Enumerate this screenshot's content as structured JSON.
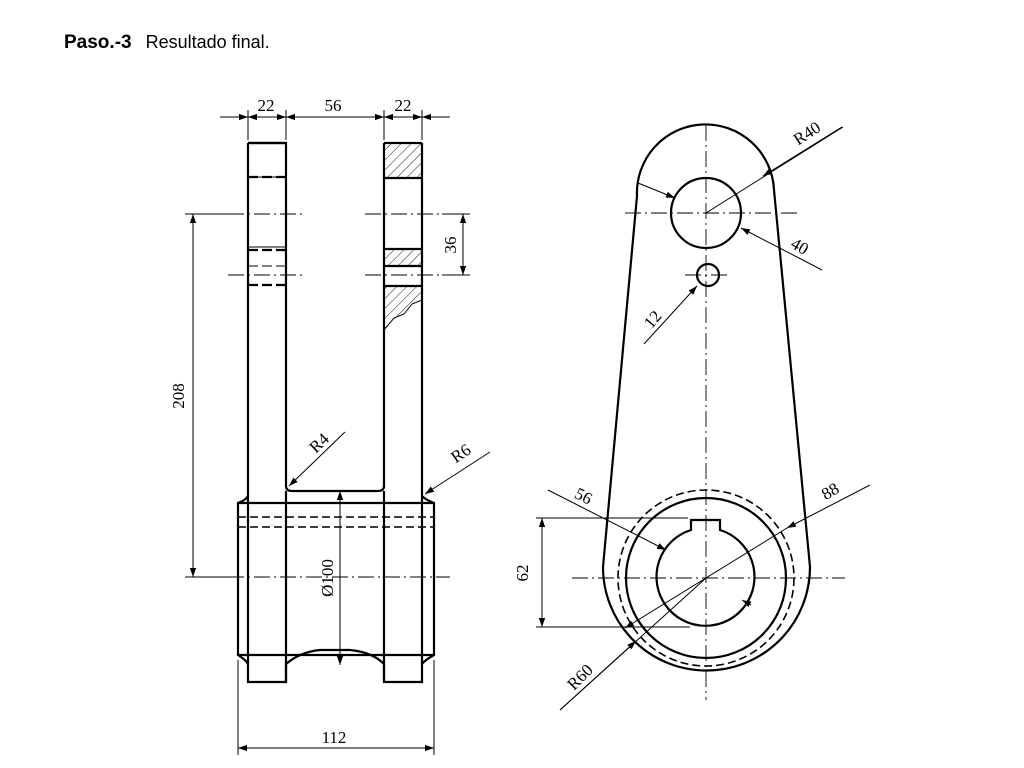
{
  "header": {
    "step_label": "Paso.-3",
    "subtitle": "Resultado final."
  },
  "dimensions": {
    "left_flange_width": "22",
    "gap_width": "56",
    "right_flange_width": "22",
    "hole_pitch": "36",
    "overall_height": "208",
    "fillet_small": "R4",
    "fillet_large": "R6",
    "hub_diameter": "Ø100",
    "hub_length": "112",
    "top_radius": "R40",
    "top_hole": "40",
    "small_hole": "12",
    "bore": "56",
    "outer_circle": "88",
    "keyway_height": "62",
    "bottom_radius": "R60"
  }
}
